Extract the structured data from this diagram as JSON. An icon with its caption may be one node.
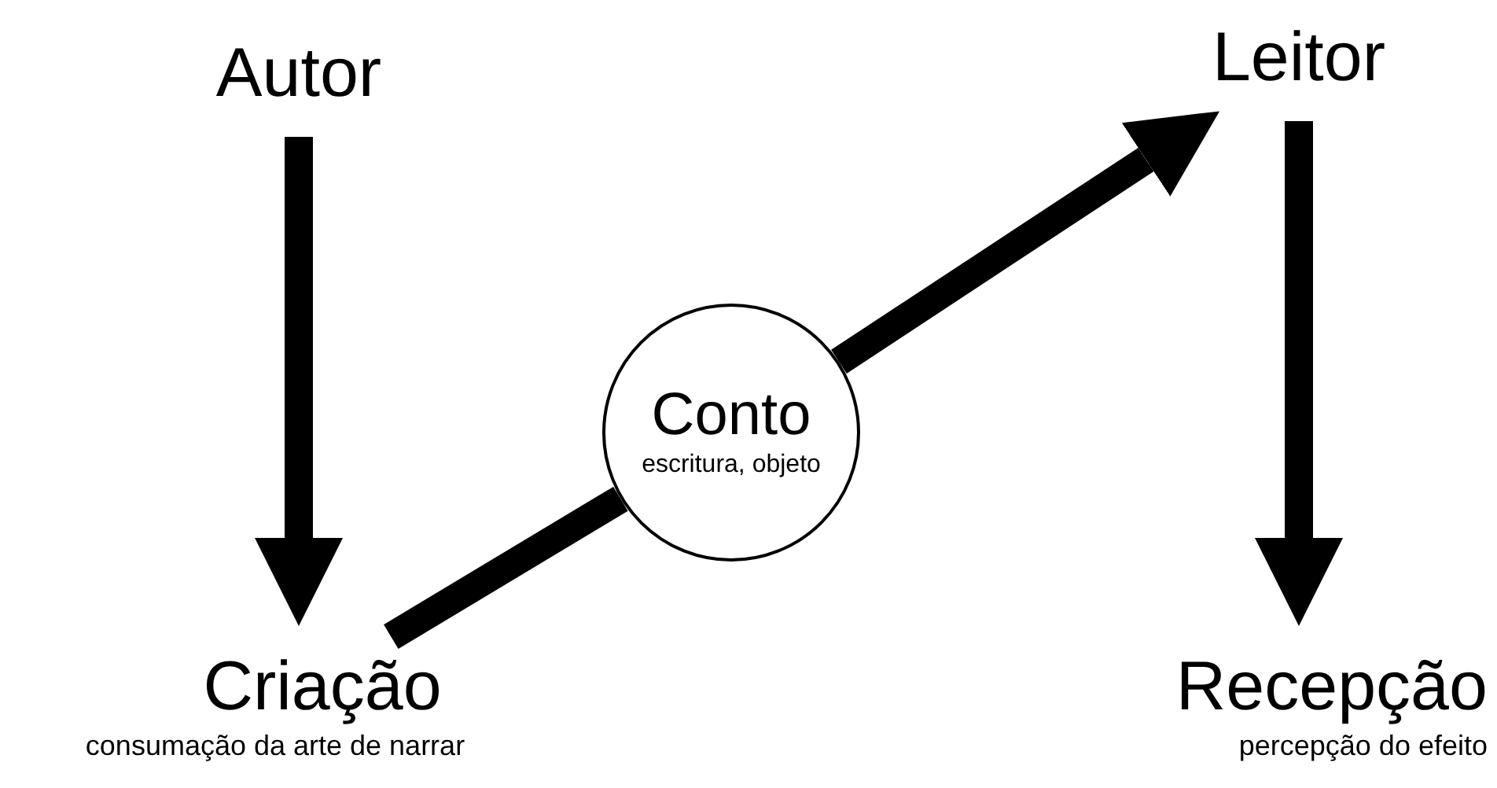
{
  "diagram": {
    "nodes": [
      {
        "text": [
          "Autor"
        ]
      },
      {
        "text": [
          "Criação",
          "consumação da arte de narrar"
        ]
      },
      {
        "text": [
          "Conto",
          "escritura, objeto"
        ]
      },
      {
        "text": [
          "Leitor"
        ]
      },
      {
        "text": [
          "Recepção",
          "percepção do efeito"
        ]
      }
    ],
    "edges": [
      {
        "from": 0,
        "to": 1,
        "arrow": "to"
      },
      {
        "from": 1,
        "to": 2,
        "arrow": "none"
      },
      {
        "from": 2,
        "to": 3,
        "arrow": "to"
      },
      {
        "from": 3,
        "to": 4,
        "arrow": "to"
      }
    ]
  }
}
